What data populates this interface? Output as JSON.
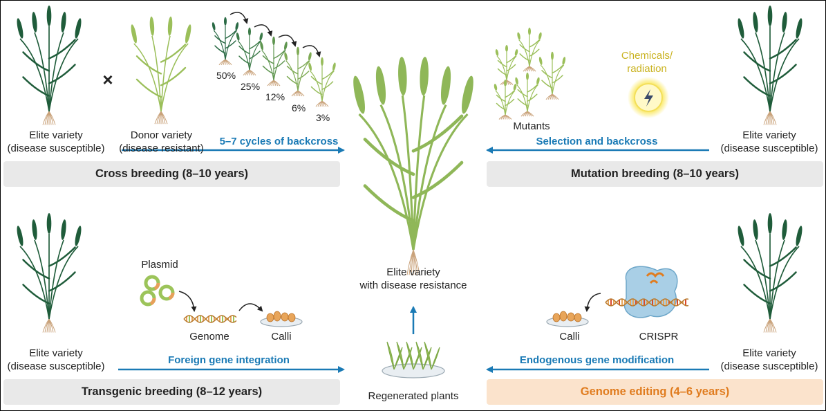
{
  "cross": {
    "elite_label_1": "Elite variety",
    "elite_label_2": "(disease susceptible)",
    "cross_symbol": "×",
    "donor_label_1": "Donor variety",
    "donor_label_2": "(disease resistant)",
    "percentages": [
      "50%",
      "25%",
      "12%",
      "6%",
      "3%"
    ],
    "arrow_label": "5–7 cycles of backcross",
    "bar_title": "Cross breeding (8–10 years)"
  },
  "mutation": {
    "mutants_label": "Mutants",
    "chem_label_1": "Chemicals/",
    "chem_label_2": "radiation",
    "arrow_label": "Selection and backcross",
    "elite_label_1": "Elite variety",
    "elite_label_2": "(disease susceptible)",
    "bar_title": "Mutation breeding (8–10 years)"
  },
  "center": {
    "label_1": "Elite variety",
    "label_2": "with disease resistance",
    "regen_label": "Regenerated plants"
  },
  "transgenic": {
    "elite_label_1": "Elite variety",
    "elite_label_2": "(disease susceptible)",
    "plasmid_label": "Plasmid",
    "genome_label": "Genome",
    "calli_label": "Calli",
    "arrow_label": "Foreign gene integration",
    "bar_title": "Transgenic breeding (8–12 years)"
  },
  "editing": {
    "calli_label": "Calli",
    "crispr_label": "CRISPR",
    "arrow_label": "Endogenous gene modification",
    "elite_label_1": "Elite variety",
    "elite_label_2": "(disease susceptible)",
    "bar_title": "Genome editing (4–6 years)"
  },
  "colors": {
    "arrow_blue": "#1a7ab5",
    "elite_green": "#1f5c3a",
    "donor_green": "#9bbf5a",
    "bar_grey": "#e9e9e9",
    "bar_orange": "#fbe3cc",
    "orange_text": "#e07c1f",
    "gold_text": "#c9b21e"
  }
}
